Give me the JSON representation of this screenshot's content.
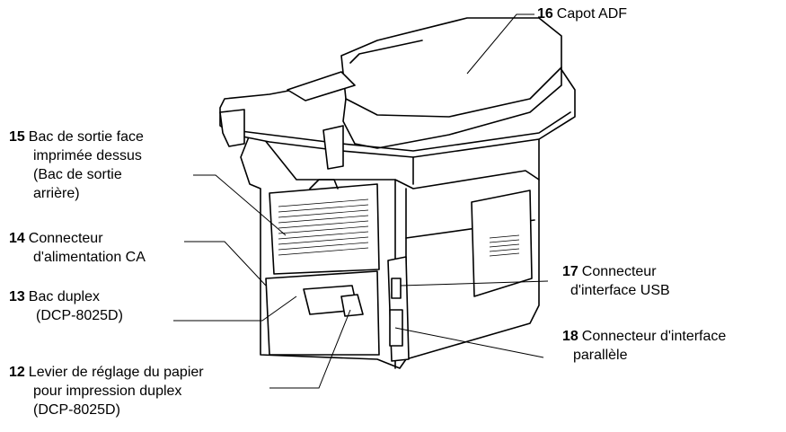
{
  "callouts": [
    {
      "id": "16",
      "num": "16",
      "lines": [
        "Capot ADF"
      ]
    },
    {
      "id": "15",
      "num": "15",
      "lines": [
        "Bac de sortie face",
        "imprimée dessus",
        "(Bac de sortie",
        "arrière)"
      ]
    },
    {
      "id": "14",
      "num": "14",
      "lines": [
        "Connecteur",
        "d'alimentation CA"
      ]
    },
    {
      "id": "13",
      "num": "13",
      "lines": [
        "Bac duplex",
        "(DCP-8025D)"
      ]
    },
    {
      "id": "12",
      "num": "12",
      "lines": [
        "Levier de réglage du papier",
        "pour impression duplex",
        "(DCP-8025D)"
      ]
    },
    {
      "id": "17",
      "num": "17",
      "lines": [
        "Connecteur",
        "d'interface USB"
      ]
    },
    {
      "id": "18",
      "num": "18",
      "lines": [
        "Connecteur d'interface",
        "parallèle"
      ]
    }
  ]
}
